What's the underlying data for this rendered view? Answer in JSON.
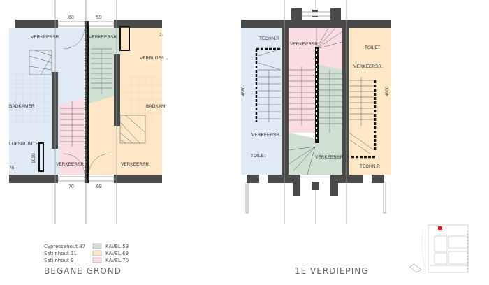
{
  "colors": {
    "blue": "#dfeaf5",
    "green": "#cfe0d3",
    "pink": "#f9dde3",
    "orange": "#fde7c7",
    "wall": "#4a4a4a",
    "marker": "#ee1111"
  },
  "ground_floor": {
    "title": "BEGANE GROND",
    "top_dims": [
      "60",
      "59"
    ],
    "bottom_dims": [
      "70",
      "69"
    ],
    "rooms": {
      "verkeer_blue": "VERKEERSR.",
      "verkeer_green": "VERKEERSR.",
      "verblijf": "VERBLIJFS",
      "badkamer_left": "BADKAMER",
      "badkamer_right": "BADKAM",
      "verblijf_left": "LIJFSRUIMTE",
      "verkeer_pink": "VERKEERSR.",
      "verkeer_orange": "VERKEERSR."
    },
    "dim_1920": "1920",
    "dim_75": "75",
    "dim_2": "2-"
  },
  "first_floor": {
    "title": "1E VERDIEPING",
    "rooms": {
      "techn_left": "TECHN.R",
      "verkeer_pink": "VERKEERSR.",
      "toilet_right": "TOILET",
      "verkeer_right": "VERKEERSR.",
      "verkeer_left": "VERKEERSR.",
      "toilet_left": "TOILET",
      "verkeer_green": "VERKEERSR.",
      "techn_right": "TECHN.R"
    },
    "dim_left": "4880",
    "dim_right": "4900"
  },
  "legend": [
    {
      "material": "Cypressehout 87",
      "color": "#cfe0d3",
      "kavel": "KAVEL 59"
    },
    {
      "material": "Satijnhout 11",
      "color": "#fde7c7",
      "kavel": "KAVEL 69"
    },
    {
      "material": "Satijnhout 9",
      "color": "#f9dde3",
      "kavel": "KAVEL 70"
    }
  ]
}
